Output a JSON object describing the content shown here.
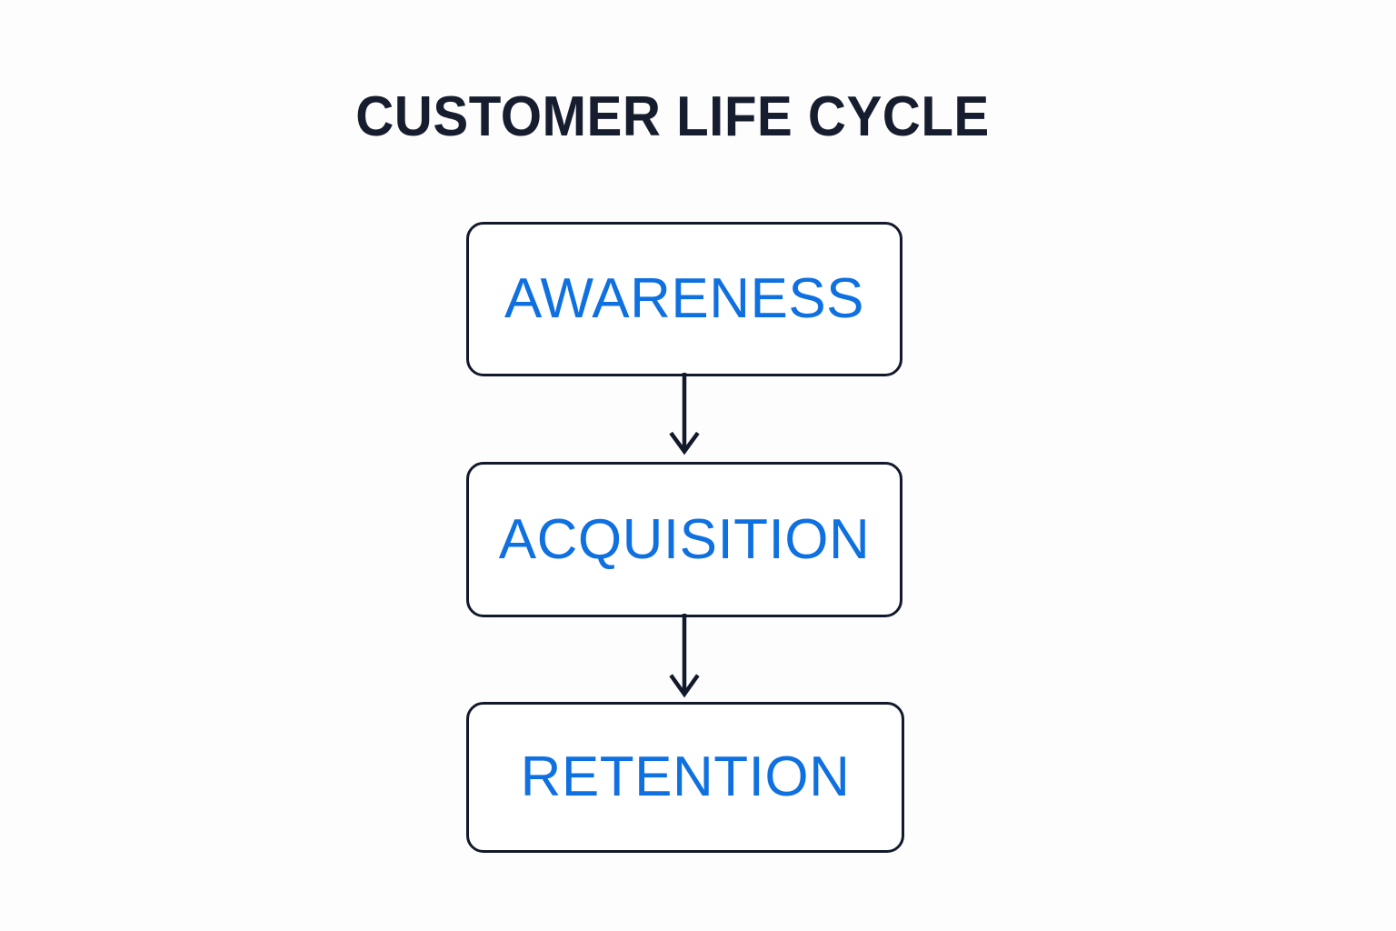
{
  "diagram": {
    "title": "CUSTOMER LIFE CYCLE",
    "type": "flowchart",
    "orientation": "vertical",
    "background_color": "#fdfdfd",
    "title_color": "#161d2e",
    "node_label_color": "#0f70e0",
    "node_border_color": "#12192b",
    "node_fill_color": "#ffffff",
    "connector_color": "#12192b",
    "nodes": [
      {
        "id": "awareness",
        "label": "AWARENESS",
        "order": 1,
        "shape": "rounded-rectangle"
      },
      {
        "id": "acquisition",
        "label": "ACQUISITION",
        "order": 2,
        "shape": "rounded-rectangle"
      },
      {
        "id": "retention",
        "label": "RETENTION",
        "order": 3,
        "shape": "rounded-rectangle"
      }
    ],
    "connectors": [
      {
        "id": "awareness-to-acquisition",
        "from": "awareness",
        "to": "acquisition",
        "style": "arrow-down"
      },
      {
        "id": "acquisition-to-retention",
        "from": "acquisition",
        "to": "retention",
        "style": "arrow-down"
      }
    ]
  }
}
